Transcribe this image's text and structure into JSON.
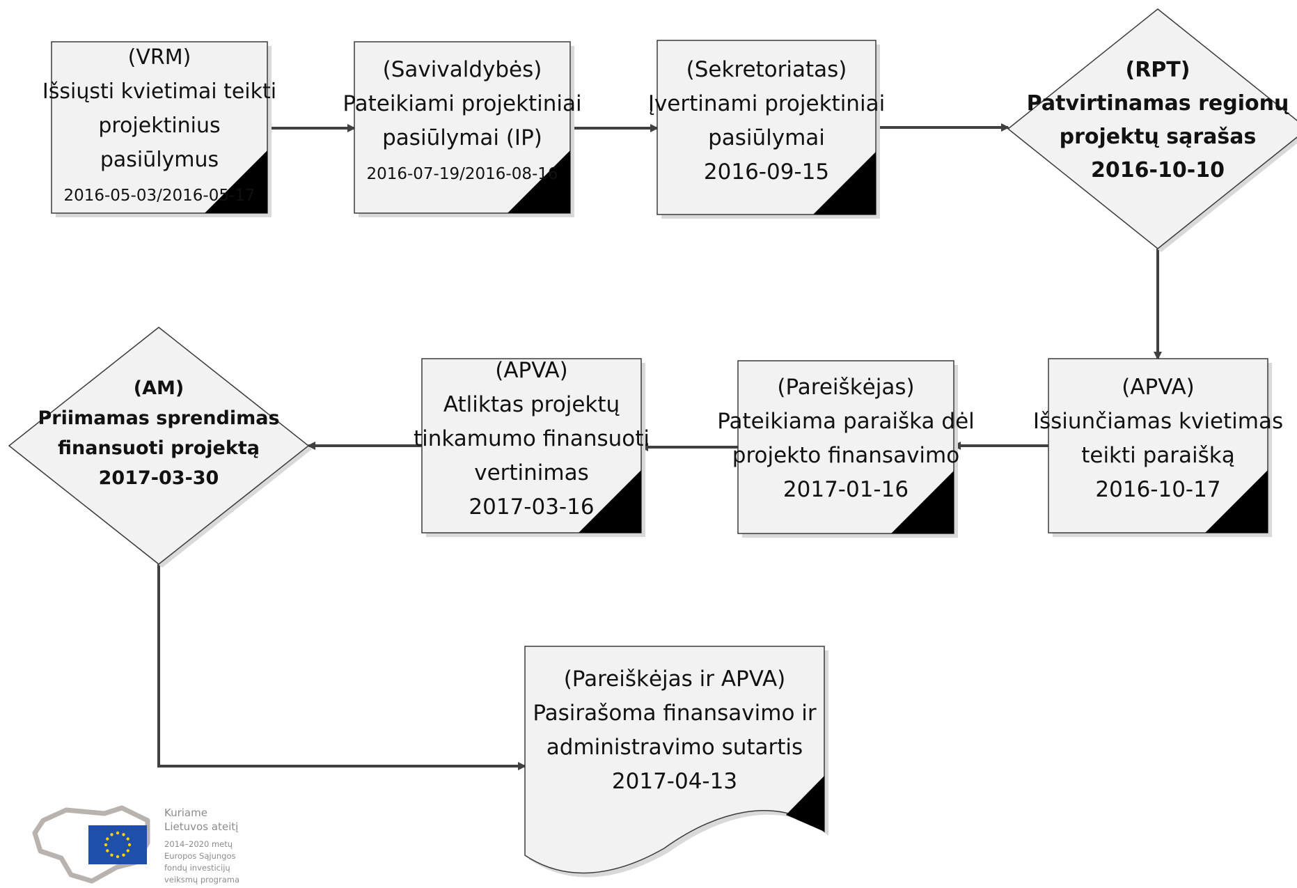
{
  "diagram": {
    "nodes": [
      {
        "id": "n1",
        "shape": "process",
        "bold": false,
        "lines": [
          "(VRM)",
          "Išsiųsti kvietimai teikti",
          "projektinius",
          "pasiūlymus",
          "2016-05-03/2016-05-17"
        ]
      },
      {
        "id": "n2",
        "shape": "process",
        "bold": false,
        "lines": [
          "(Savivaldybės)",
          "Pateikiami projektiniai",
          "pasiūlymai (IP)",
          "2016-07-19/2016-08-16"
        ]
      },
      {
        "id": "n3",
        "shape": "process",
        "bold": false,
        "lines": [
          "(Sekretoriatas)",
          "Įvertinami projektiniai",
          "pasiūlymai",
          "2016-09-15"
        ]
      },
      {
        "id": "n4",
        "shape": "decision",
        "bold": true,
        "lines": [
          "(RPT)",
          "Patvirtinamas regionų",
          "projektų sąrašas",
          "2016-10-10"
        ]
      },
      {
        "id": "n5",
        "shape": "process",
        "bold": false,
        "lines": [
          "(APVA)",
          "Išsiunčiamas kvietimas",
          "teikti paraišką",
          "2016-10-17"
        ]
      },
      {
        "id": "n6",
        "shape": "process",
        "bold": false,
        "lines": [
          "(Pareiškėjas)",
          "Pateikiama paraiška dėl",
          "projekto finansavimo",
          "2017-01-16"
        ]
      },
      {
        "id": "n7",
        "shape": "process",
        "bold": false,
        "lines": [
          "(APVA)",
          "Atliktas projektų",
          "tinkamumo finansuoti",
          "vertinimas",
          "2017-03-16"
        ]
      },
      {
        "id": "n8",
        "shape": "decision",
        "bold": true,
        "lines": [
          "(AM)",
          "Priimamas sprendimas",
          "finansuoti projektą",
          "2017-03-30"
        ]
      },
      {
        "id": "n9",
        "shape": "document",
        "bold": false,
        "lines": [
          "(Pareiškėjas ir APVA)",
          "Pasirašoma finansavimo ir",
          "administravimo sutartis",
          "2017-04-13"
        ]
      }
    ],
    "edges": [
      {
        "from": "n1",
        "to": "n2"
      },
      {
        "from": "n2",
        "to": "n3"
      },
      {
        "from": "n3",
        "to": "n4"
      },
      {
        "from": "n4",
        "to": "n5"
      },
      {
        "from": "n5",
        "to": "n6"
      },
      {
        "from": "n6",
        "to": "n7"
      },
      {
        "from": "n7",
        "to": "n8"
      },
      {
        "from": "n8",
        "to": "n9"
      }
    ]
  },
  "logo": {
    "slogan": [
      "Kuriame",
      "Lietuvos ateitį"
    ],
    "program": [
      "2014–2020 metų",
      "Europos Sąjungos",
      "fondų investicijų",
      "veiksmų programa"
    ]
  },
  "colors": {
    "node_fill": "#f2f2f2",
    "node_border": "#3a3a3a",
    "shadow": "#d9d9d9",
    "corner_mark": "#000000",
    "connector": "#404040",
    "eu_blue": "#1f4fa8",
    "eu_star": "#ffd200",
    "logo_outline": "#b8b3ae"
  }
}
